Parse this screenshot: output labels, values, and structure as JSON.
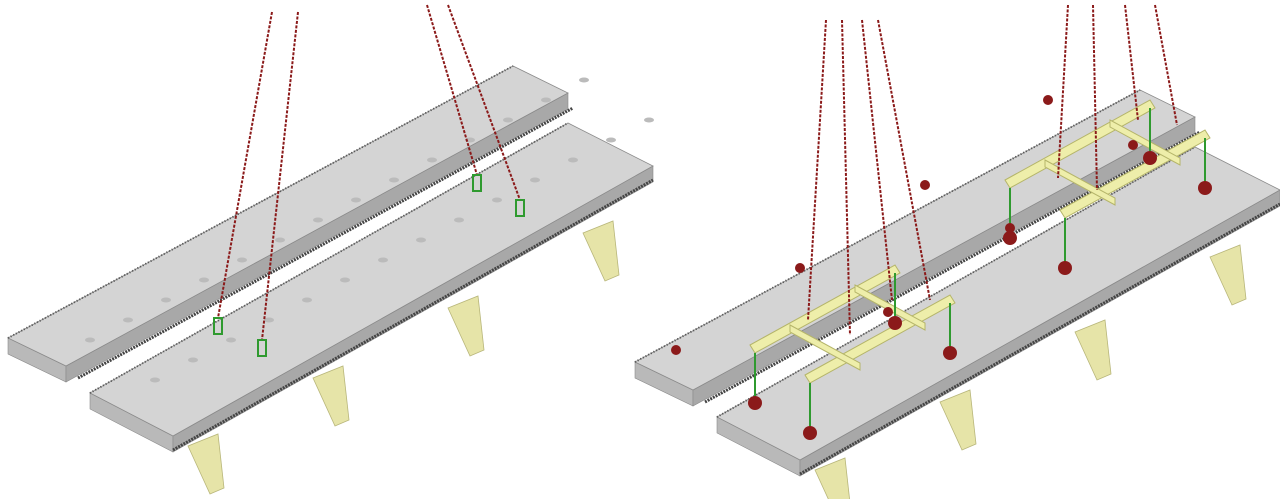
{
  "panels": [
    {
      "id": "single-point-lift",
      "cables": 4,
      "spreader_frames": 0
    },
    {
      "id": "spreader-beam-lift",
      "cables": 8,
      "spreader_frames": 2
    }
  ],
  "colors": {
    "slab_top": "#d4d4d4",
    "slab_side": "#b9b9b9",
    "slab_edge": "#8a8a8a",
    "cable": "#8b1a1a",
    "hook": "#2f9a2f",
    "frame": "#eeeeaa",
    "frame_edge": "#b5b56a",
    "support": "#e6e4a8",
    "clamp": "#8b1a1a"
  }
}
